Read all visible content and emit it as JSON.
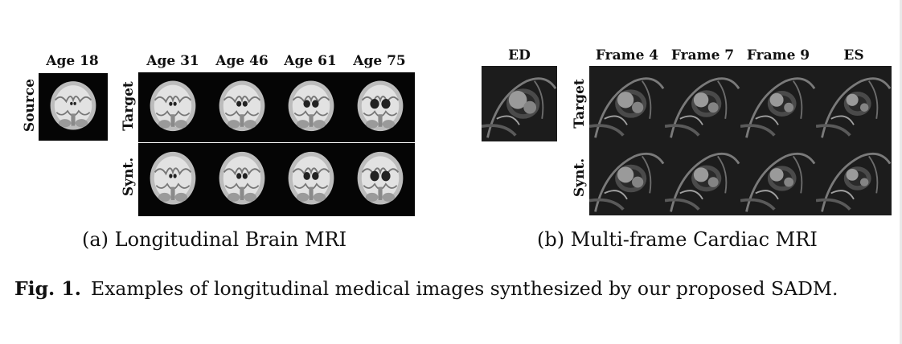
{
  "brain": {
    "source_col_label": "Age 18",
    "col_labels": [
      "Age 31",
      "Age 46",
      "Age 61",
      "Age 75"
    ],
    "row_labels": {
      "source": "Source",
      "target": "Target",
      "synt": "Synt."
    },
    "caption": "(a) Longitudinal Brain MRI"
  },
  "cardiac": {
    "source_col_label": "ED",
    "col_labels": [
      "Frame 4",
      "Frame 7",
      "Frame 9",
      "ES"
    ],
    "row_labels": {
      "target": "Target",
      "synt": "Synt."
    },
    "caption": "(b) Multi-frame Cardiac MRI"
  },
  "figure": {
    "label": "Fig. 1.",
    "text": "Examples of longitudinal medical images synthesized by our proposed SADM."
  }
}
